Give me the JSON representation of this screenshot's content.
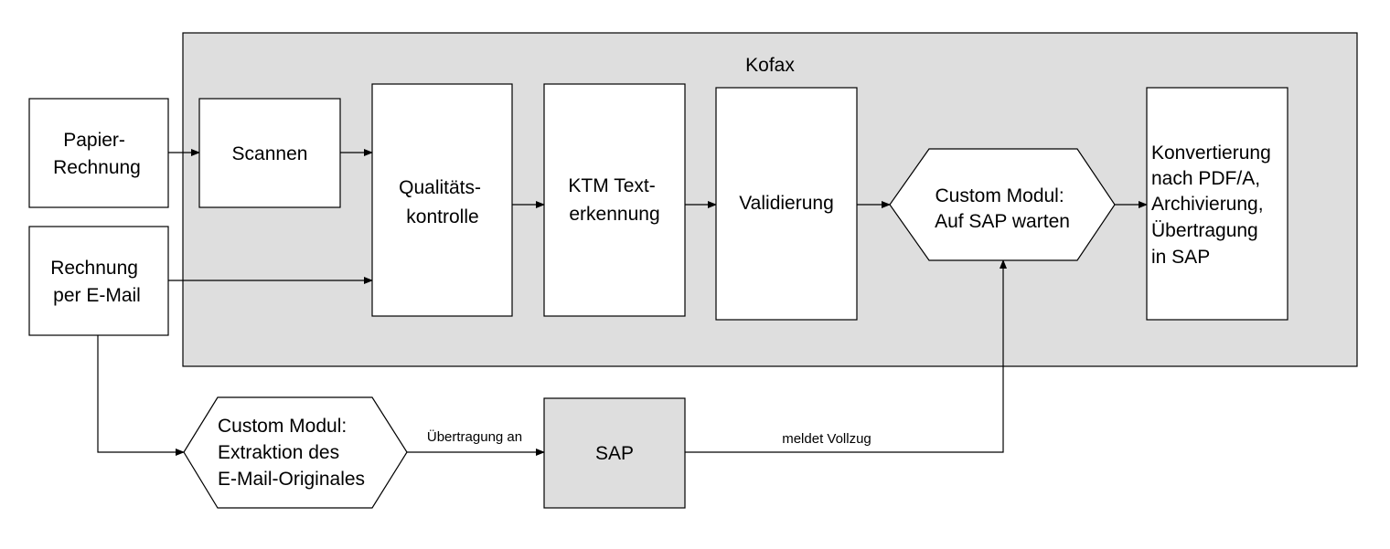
{
  "group": {
    "title": "Kofax"
  },
  "inputs": {
    "paper": [
      "Papier-",
      "Rechnung"
    ],
    "email": [
      "Rechnung",
      "per E-Mail"
    ]
  },
  "steps": {
    "scan": [
      "Scannen"
    ],
    "quality": [
      "Qualitäts-",
      "kontrolle"
    ],
    "ocr": [
      "KTM Text-",
      "erkennung"
    ],
    "validation": [
      "Validierung"
    ],
    "wait": [
      "Custom Modul:",
      "Auf SAP warten"
    ],
    "convert": [
      "Konvertierung",
      "nach PDF/A,",
      "Archivierung,",
      "Übertragung",
      "in SAP"
    ],
    "extract": [
      "Custom Modul:",
      "Extraktion des",
      "E-Mail-Originales"
    ],
    "sap": [
      "SAP"
    ]
  },
  "edge_labels": {
    "transfer": "Übertragung an",
    "reports": "meldet Vollzug"
  },
  "colors": {
    "group_fill": "#dedede",
    "node_fill": "#ffffff",
    "sap_fill": "#dedede",
    "stroke": "#000000"
  }
}
